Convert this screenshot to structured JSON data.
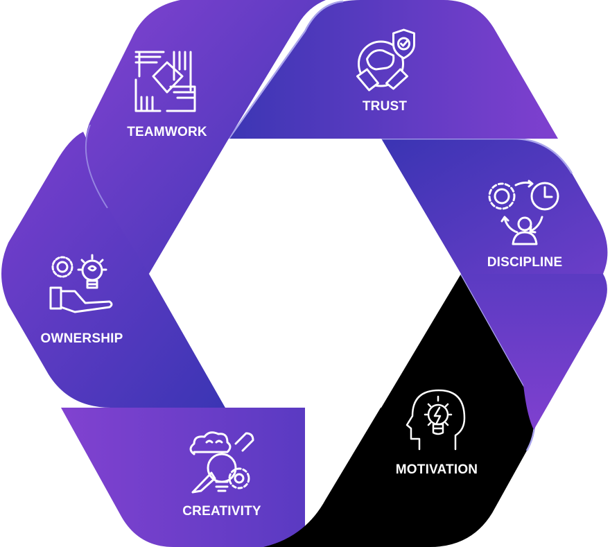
{
  "diagram": {
    "type": "hexagonal-cycle",
    "colors": {
      "purple_light": "#7f3fce",
      "purple_dark": "#3f35b6",
      "highlight": "#000000",
      "edge_highlight": "#a9a4ec",
      "text": "#ffffff",
      "background": "#ffffff"
    },
    "segments": [
      {
        "id": "teamwork",
        "label": "TEAMWORK",
        "icon": "hands-circle-icon",
        "highlighted": false
      },
      {
        "id": "trust",
        "label": "TRUST",
        "icon": "handshake-shield-icon",
        "highlighted": false
      },
      {
        "id": "discipline",
        "label": "DISCIPLINE",
        "icon": "gear-clock-person-cycle-icon",
        "highlighted": false
      },
      {
        "id": "motivation",
        "label": "MOTIVATION",
        "icon": "head-lightbulb-icon",
        "highlighted": true
      },
      {
        "id": "creativity",
        "label": "CREATIVITY",
        "icon": "cloud-pencil-bulb-gear-icon",
        "highlighted": false
      },
      {
        "id": "ownership",
        "label": "OWNERSHIP",
        "icon": "hand-gear-bulb-icon",
        "highlighted": false
      }
    ]
  }
}
